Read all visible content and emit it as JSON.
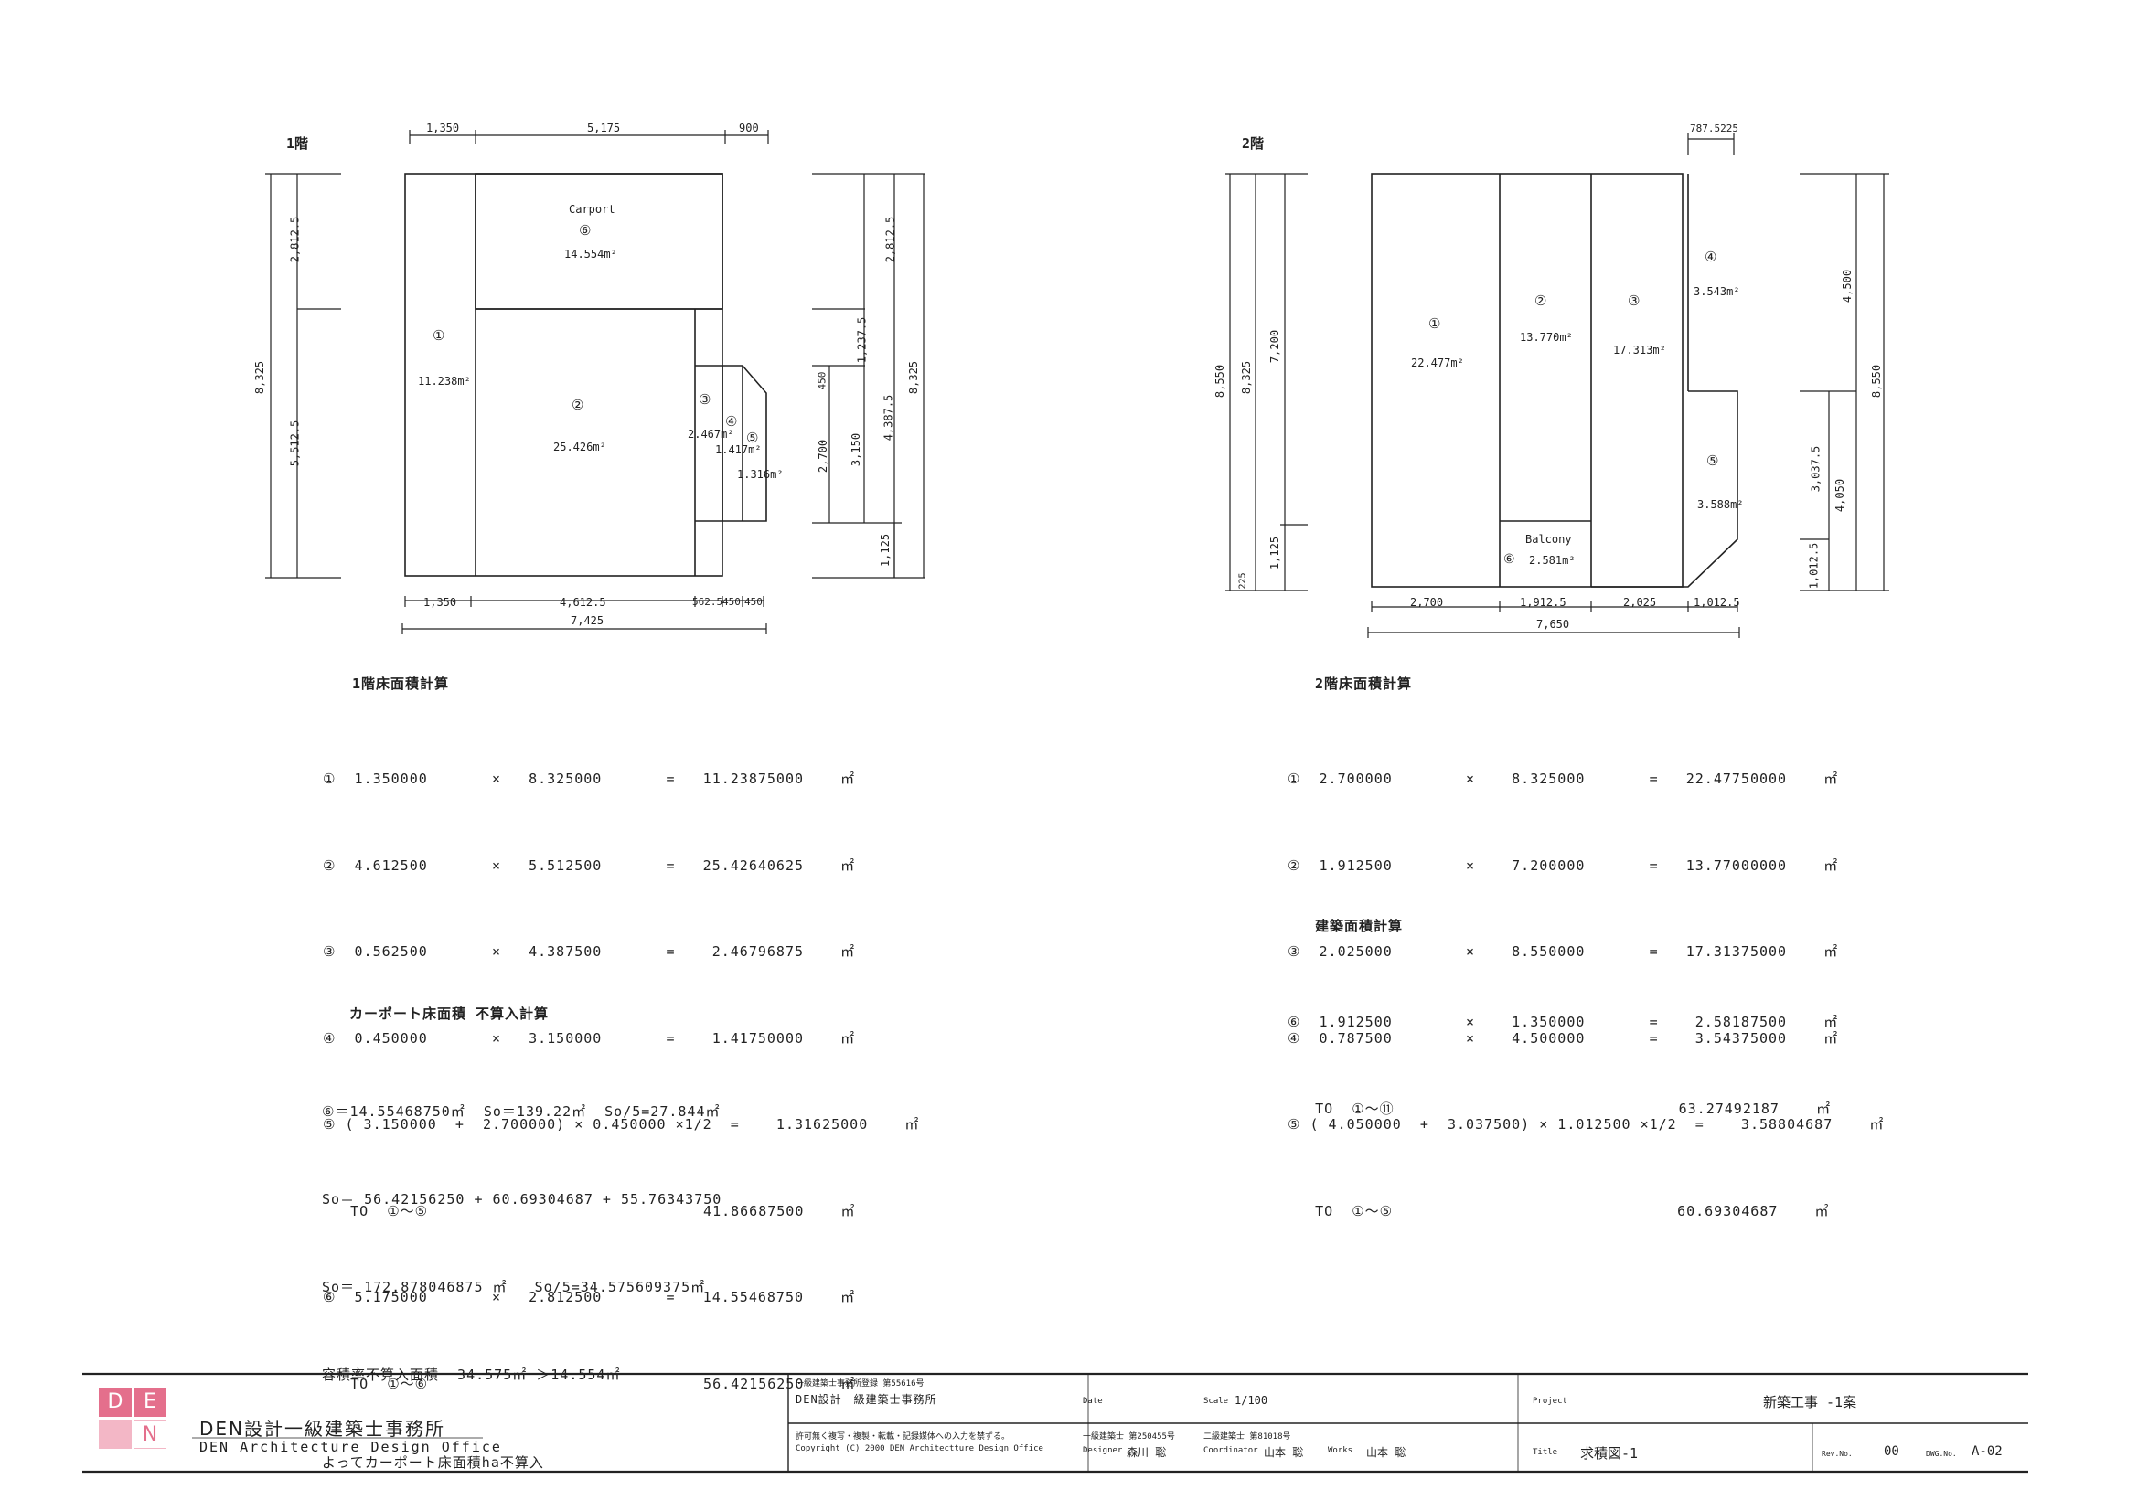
{
  "floor1": {
    "label": "1階",
    "dims_top": [
      "1,350",
      "5,175",
      "900"
    ],
    "dims_bottom": [
      "1,350",
      "4,612.5",
      "562.5",
      "450",
      "450"
    ],
    "dim_total_bottom": "7,425",
    "dims_left": [
      "2,812.5",
      "5,512.5"
    ],
    "dim_left_total": "8,325",
    "dims_right": [
      "2,812.5",
      "1,237.5",
      "450",
      "2,700",
      "3,150",
      "4,387.5",
      "1,125"
    ],
    "dim_right_total": "8,325",
    "carport_label": "Carport",
    "areas": [
      {
        "no": "①",
        "area": "11.238m²"
      },
      {
        "no": "②",
        "area": "25.426m²"
      },
      {
        "no": "③",
        "area": "2.467m²"
      },
      {
        "no": "④",
        "area": "1.417m²"
      },
      {
        "no": "⑤",
        "area": "1.316m²"
      },
      {
        "no": "⑥",
        "area": "14.554m²"
      }
    ]
  },
  "floor2": {
    "label": "2階",
    "dim_top": "787.5225",
    "dims_bottom": [
      "2,700",
      "1,912.5",
      "2,025",
      "1,012.5"
    ],
    "dim_total_bottom": "7,650",
    "dims_left": [
      "8,550",
      "8,325",
      "7,200",
      "1,125",
      "225"
    ],
    "dims_right": [
      "4,500",
      "8,550",
      "3,037.5",
      "4,050",
      "1,012.5"
    ],
    "balcony_label": "Balcony",
    "areas": [
      {
        "no": "①",
        "area": "22.477m²"
      },
      {
        "no": "②",
        "area": "13.770m²"
      },
      {
        "no": "③",
        "area": "17.313m²"
      },
      {
        "no": "④",
        "area": "3.543m²"
      },
      {
        "no": "⑤",
        "area": "3.588m²"
      },
      {
        "no": "⑥",
        "area": "2.581m²"
      }
    ]
  },
  "calc1": {
    "heading": "1階床面積計算",
    "rows": [
      "①  1.350000       ×   8.325000       =   11.23875000    ㎡",
      "②  4.612500       ×   5.512500       =   25.42640625    ㎡",
      "③  0.562500       ×   4.387500       =    2.46796875    ㎡",
      "④  0.450000       ×   3.150000       =    1.41750000    ㎡",
      "⑤ ( 3.150000  +  2.700000) × 0.450000 ×1/2  =    1.31625000    ㎡",
      "   TO  ①～⑤                              41.86687500    ㎡",
      "⑥  5.175000       ×   2.812500       =   14.55468750    ㎡",
      "   TO  ①～⑥                              56.42156250    ㎡"
    ]
  },
  "calc2": {
    "heading": "2階床面積計算",
    "rows": [
      "①  2.700000        ×    8.325000       =   22.47750000    ㎡",
      "②  1.912500        ×    7.200000       =   13.77000000    ㎡",
      "③  2.025000        ×    8.550000       =   17.31375000    ㎡",
      "④  0.787500        ×    4.500000       =    3.54375000    ㎡",
      "⑤ ( 4.050000  +  3.037500) × 1.012500 ×1/2  =    3.58804687    ㎡",
      "   TO  ①～⑤                               60.69304687    ㎡"
    ]
  },
  "calc3": {
    "heading": "建築面積計算",
    "rows": [
      "⑥  1.912500        ×    1.350000       =    2.58187500    ㎡",
      "   TO  ①～⑪                               63.27492187    ㎡"
    ]
  },
  "carport": {
    "heading": "カーポート床面積  不算入計算",
    "lines": [
      "⑥＝14.55468750㎡  So＝139.22㎡  So/5=27.844㎡",
      "So＝ 56.42156250 + 60.69304687 + 55.76343750",
      "So＝ 172.878046875 ㎡   So/5=34.575609375㎡",
      "容積率不算入面積  34.575㎡ ＞14.554㎡",
      "よってカーポート床面積ha不算入"
    ]
  },
  "title_block": {
    "company_jp": "DEN設計一級建築士事務所",
    "company_en": "DEN Architecture Design Office",
    "logo_letters": [
      "D",
      "E",
      "N"
    ],
    "registration": "一級建築士事務所登録  第55616号",
    "office": "DEN設計一級建築士事務所",
    "notice": "許可無く複写・複製・転載・記録媒体への入力を禁ずる。",
    "copyright": "Copyright (C) 2000  DEN Architectture Design Office",
    "date_label": "Date",
    "scale_label": "Scale",
    "scale_value": "1/100",
    "architect1": "一級建築士 第250455号",
    "designer_label": "Designer",
    "designer_name": "森川  聡",
    "architect2": "二級建築士 第81018号",
    "coordinator_label": "Coordinator",
    "coordinator_name": "山本  聡",
    "works_label": "Works",
    "works_name": "山本  聡",
    "project_label": "Project",
    "project_value": "新築工事 -1案",
    "title_label": "Title",
    "title_value": "求積図-1",
    "rev_label": "Rev.No.",
    "rev_value": "00",
    "dwg_label": "DWG.No.",
    "dwg_value": "A-02"
  },
  "colors": {
    "ink": "#222222",
    "logo_pink": "#e46f8c",
    "logo_pink_light": "#f3b7c6",
    "logo_pink_pale": "#f9dbe3"
  }
}
